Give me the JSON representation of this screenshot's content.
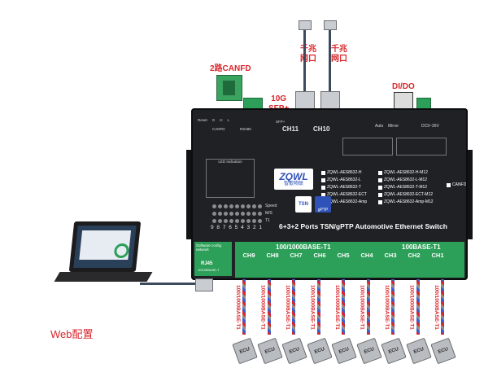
{
  "callouts": {
    "canfd": "2路CANFD",
    "sfp": [
      "10G",
      "SFP+"
    ],
    "gig1": [
      "千兆",
      "网口"
    ],
    "gig2": [
      "千兆",
      "网口"
    ],
    "dido": "DI/DO",
    "web": "Web配置"
  },
  "device": {
    "top_labels": {
      "canfd": "CANFD",
      "rs485": "RS485",
      "sfp": "SFP+",
      "ch11": "CH11",
      "ch10": "CH10",
      "auto": "Auto",
      "mirror": "Mirror",
      "dc": "DC9~36V"
    },
    "brand": "ZQWL",
    "brand_cn": "智嵌物联",
    "led_table_title": "LED Indication",
    "speed_label": "Speed",
    "ms_label": "M/S",
    "t1_label": "T1",
    "led_numbers": "9 8 7 6 5 4 3 2 1",
    "models": [
      "ZQWL-AES8632-H",
      "ZQWL-AES8632-L",
      "ZQWL-AES8632-T",
      "ZQWL-AES8632-ECT",
      "ZQWL-AES8632-Amp",
      "ZQWL-AES8632-H-M12",
      "ZQWL-AES8632-L-M12",
      "ZQWL-AES8632-T-M12",
      "ZQWL-AES8632-ECT-M12",
      "ZQWL-AES8632-Amp-M12"
    ],
    "canfd_option": "CANFD",
    "tsn_badge": "TSN",
    "gptp_badge": "gPTP",
    "title": "6+3+2 Ports TSN/gPTP Automotive Ethernet Switch",
    "group_left": "100/1000BASE-T1",
    "group_right": "100BASE-T1",
    "ports": [
      "CH9",
      "CH8",
      "CH7",
      "CH6",
      "CH5",
      "CH4",
      "CH3",
      "CH2",
      "CH1"
    ],
    "rj45_label": "RJ45",
    "rj45_sub": "10/100BASE-T"
  },
  "cables": {
    "label": "100/1000BASE-T1",
    "ecu": "ECU",
    "count": 9
  }
}
